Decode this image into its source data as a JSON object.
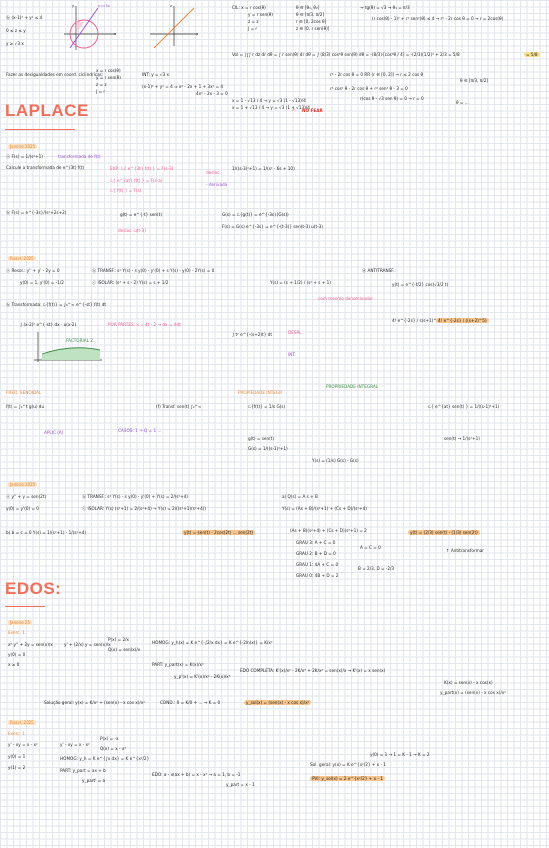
{
  "top": {
    "r1": "ⓑ (x-1)² + y² ≤ 4",
    "r2": "0 ≤ z ≤ y",
    "r3": "y ≥ √3 x",
    "graph_y": "y",
    "graph_x": "x",
    "graph_fn": "y=√3x",
    "graph2_y": "z",
    "graph2_x": "y",
    "cil": "CIL:  x = r cos(θ)",
    "cil2": "y = r sen(θ)",
    "cil3": "z = z",
    "cil4": "J = r",
    "th": "θ ∈ [θ₁, θ₂]",
    "th2": "θ ∈ [π/3, π/2]",
    "th3": "r ∈ [0, 2cos θ]",
    "th4": "z ∈ [0, r sen(θ)]",
    "sol1": "→ tg(θ) = √3 → θ₁ = π/3",
    "sol2": "(r cos(θ) - 1)² + r² sen²(θ) ≤ 4 → r² - 2r cos θ = 0 → r = 2cos(θ)",
    "vol": "Vol = ∫∫∫ r dz dr dθ = ∫ r sen(θ) dr dθ = ∫ (8/3) cos³θ sen(θ) dθ = -(8/3)·[cos⁴θ / 4] = -(2/3)(1/2)⁴ + 2/3 = 5/8",
    "result": "= 5/8",
    "desig": "Fazer as desigualdades em coord. ciclindricas:",
    "desig2": "x = r cos(θ)",
    "desig3": "y = r sen(θ)",
    "desig4": "z = z",
    "desig5": "J = r",
    "int1": "INT:  y = √3 x",
    "int2": "(x-1)² + y² = 4 ⇒ x² - 2x + 1 + 3x² = 4",
    "int3": "4x² - 2x - 3 = 0",
    "int4": "x = 1 - √13 / 4 → y = √3 (1 - √13)/4",
    "int5": "x = 1 + √13 / 4 → y = √3 (1 + √13)/4",
    "rr": "r² - 2r cos θ = 0   RR (r ∈ [0, 2]) → r ≤ 2 cos θ",
    "rr2": "θ ∈ [π/3, π/2]",
    "nofear": "NO FEAR",
    "rcos": "r(cos θ - √3 sen θ) = 0 → r = 0",
    "rcos2": "r² cos² θ - 2r cos θ + r² sen² θ - 3 = 0",
    "rcos3": "θ = ..."
  },
  "laplace": {
    "title": "LAPLACE",
    "jan": "Janeiro 2025",
    "a1": "ⓐ F(s) = 1/(s²+1)",
    "a1desc": "transformada de f(t)",
    "a2": "Calcule a transformada de e^(3t) f(t)",
    "a3": "EXP:  ℒ{ e^{3t} f(t) } = F(s-3)",
    "a4": "1/((s-3)²+1) = 1/(s² - 6s + 10)",
    "a5": "ℒ{ e^{at} f(t) } = F(s-a)",
    "a6": "ℒ{ f(t) } = F(s)",
    "a7": "- derivada",
    "a8": "desloc.",
    "b1": "ⓑ F(s) = e^{-3s}/(s²+2s+2)",
    "b2": "g(t) = e^{-t} sen(t)",
    "b3": "G(s) = ℒ{g(t)} = e^{-3s}(G(s))",
    "b4": "F(s) = G(s) e^{-3s} = e^{-(t-3)} sen(t-3) u(t-3)",
    "b5": "desloc. u(t-3)",
    "c1": "Reavl. 2025",
    "c2": "ⓐ Resol.: y'' + y' - 2y = 0",
    "c3": "ⓑ TRANSF.:  s² Y(s) - s y(0) - y'(0) + s Y(s) - y(0) - 2Y(s) = 0",
    "c4": "ⓒ ISOLAR:  (s² + s - 2) Y(s) = s + 1/2",
    "c5": "ⓓ ANTITRANSF.:",
    "c6": "y(0) = 1,  y'(0) = -1/2",
    "c7": "Y(s) = (s + 1/2) / (s² + s + 1)",
    "c8": "y(t) = e^{-t/2} cos(√3/2 t)",
    "c9": "com mesmo denominador",
    "d1": "ⓑ Transformada:  ℒ{f(t)} = ∫₀^∞ e^{-st} f(t) dt",
    "d2": "∫ (x-2)² e^{-st} dx · u(x-2)",
    "d3": "POR PARTES:  x = 4t - 2  →  dx = 4dt",
    "d4": "∫ t² e^{-(s+2)t} dt",
    "d5": "DESPL.",
    "d6": "4! e^{-2s} / s(s+1)^5",
    "d7": "FACTORIAL 2.",
    "d8": "INT.",
    "d9": "PROPRIEDADE INTEGRAL",
    "d10": "4! e^{-2s} / ((s+2)^5)",
    "e1": "FREQ. SENOIDAL",
    "e2": "f(t) = ∫₀^t g(u) du",
    "e3": "PROPIEDADE INTEGR",
    "e4": "(f) Transf. sen(t) ∫₀^∞",
    "e5": "ℒ{f(t)} = 1/s G(s)",
    "e6": "g(t) = sen(t)",
    "e7": "ℒ{ e^{at} sen(t) } = 1/((s-1)²+1)",
    "e8": "G(s) = 1/((s-1)²+1)",
    "e9": "Y(s) = (1/s) G(s) - G(s)",
    "e10": "sen(t) → 1/(s²+1)",
    "e11": "APLIC.(A)",
    "e12": "CASOS: 1 → Q = 1 ...",
    "f1": "Janeiro 2025",
    "f2": "ⓐ y'' + y = sen(2t)",
    "f3": "ⓑ TRANSF.: s² Y(s) - s y(0) - y'(0) + Y(s) = 2/(s²+4)",
    "f4": "a) Q(s) = A s + B",
    "f5": "y(0) = y'(0) = 0",
    "f6": "ⓒ ISOLAR: Y(s) (s²+1) = 2/(s²+4)  →  Y(s) = 2/((s²+1)(s²+4))",
    "f7": "Y(s) = (As + B)/(s²+1) + (Cs + D)/(s²+4)",
    "f8": "b) b = c = 0   Y(s) = 1/(s²+1) - 1/(s²+4)",
    "f9": "y(t) = sen(t) - 2cos(2t) ... sen(2t)",
    "f10": "(As + B)(s²+4) + (Cs + D)(s²+1) = 2",
    "f11": "GRAU 3:  A + C = 0",
    "f12": "GRAU 2:  B + D = 0",
    "f13": "GRAU 1:  4A + C = 0",
    "f14": "GRAU 0:  4B + D = 2",
    "f15": "A = C = 0",
    "f16": "B = 2/3,  D = -2/3",
    "f17": "↑ Antitransformar",
    "f18": "y(t) = (2/3) sen(t) - (1/3) sen(2t)"
  },
  "edos": {
    "title": "EDOS:",
    "jan": "Janeiro 25",
    "e1": "Exerc. 1.",
    "g1": "x² y'' + 2y = sen(x)/x",
    "g2": "y(0) = 0",
    "g3": "x ≥ 0",
    "g4": "y' + (2/x) y = sen(x)/x",
    "g5": "P(x) = 2/x",
    "g6": "Q(x) = sen(x)/x",
    "g7": "HOMOG:  y_h(x) = K e^{-∫2/x dx} = K e^{-2ln(x)} = K/x²",
    "g8": "PART:  y_part(x) = K(x)/x²",
    "g9": "y_p'(x) = K'(x)/x² - 2K(x)/x³",
    "g10": "EDO COMPLETA:  K'(x)/x² - 2K/x³ + 2K/x³ = sen(x)/x  →  K'(x) = x sen(x)",
    "g11": "K(x) = sen(x) - x cos(x)",
    "g12": "y_part(x) = (sen(x) - x cos x)/x²",
    "g13": "Solução geral:  y(x) = K/x² + (sen(x) - x cos x)/x²",
    "g14": "COND.:  0 = K/0 + ...  →  K = 0",
    "g15": "y_sol(x) = (sen(x) - x cos x)/x²",
    "r1": "Reavl. 2025",
    "r2": "Exerc. 1.",
    "r3": "y' - xy = x - x²",
    "r4": "y' - xy = x - x²",
    "r5": "P(x) = -x",
    "r6": "Q(x) = x - x²",
    "r7": "HOMOG:  y_h = K e^{∫x dx} = K e^{x²/2}",
    "r8": "PART:  y_part = ax + b",
    "r9": "y_part' = a",
    "r10": "EDO: a - x(ax + b) = x - x²  →  a = 1,  b = -1",
    "r11": "y_part = x - 1",
    "r12": "Sol. geral: y(x) = K e^{x²/2} + x - 1",
    "r13": "y(0) = 1 →  1 = K - 1  →  K = 2",
    "r14": "PVI:  y_sol(x) = 2 e^{x²/2} + x - 1",
    "r15": "y(0) = 1",
    "r16": "y(1) = 2"
  }
}
